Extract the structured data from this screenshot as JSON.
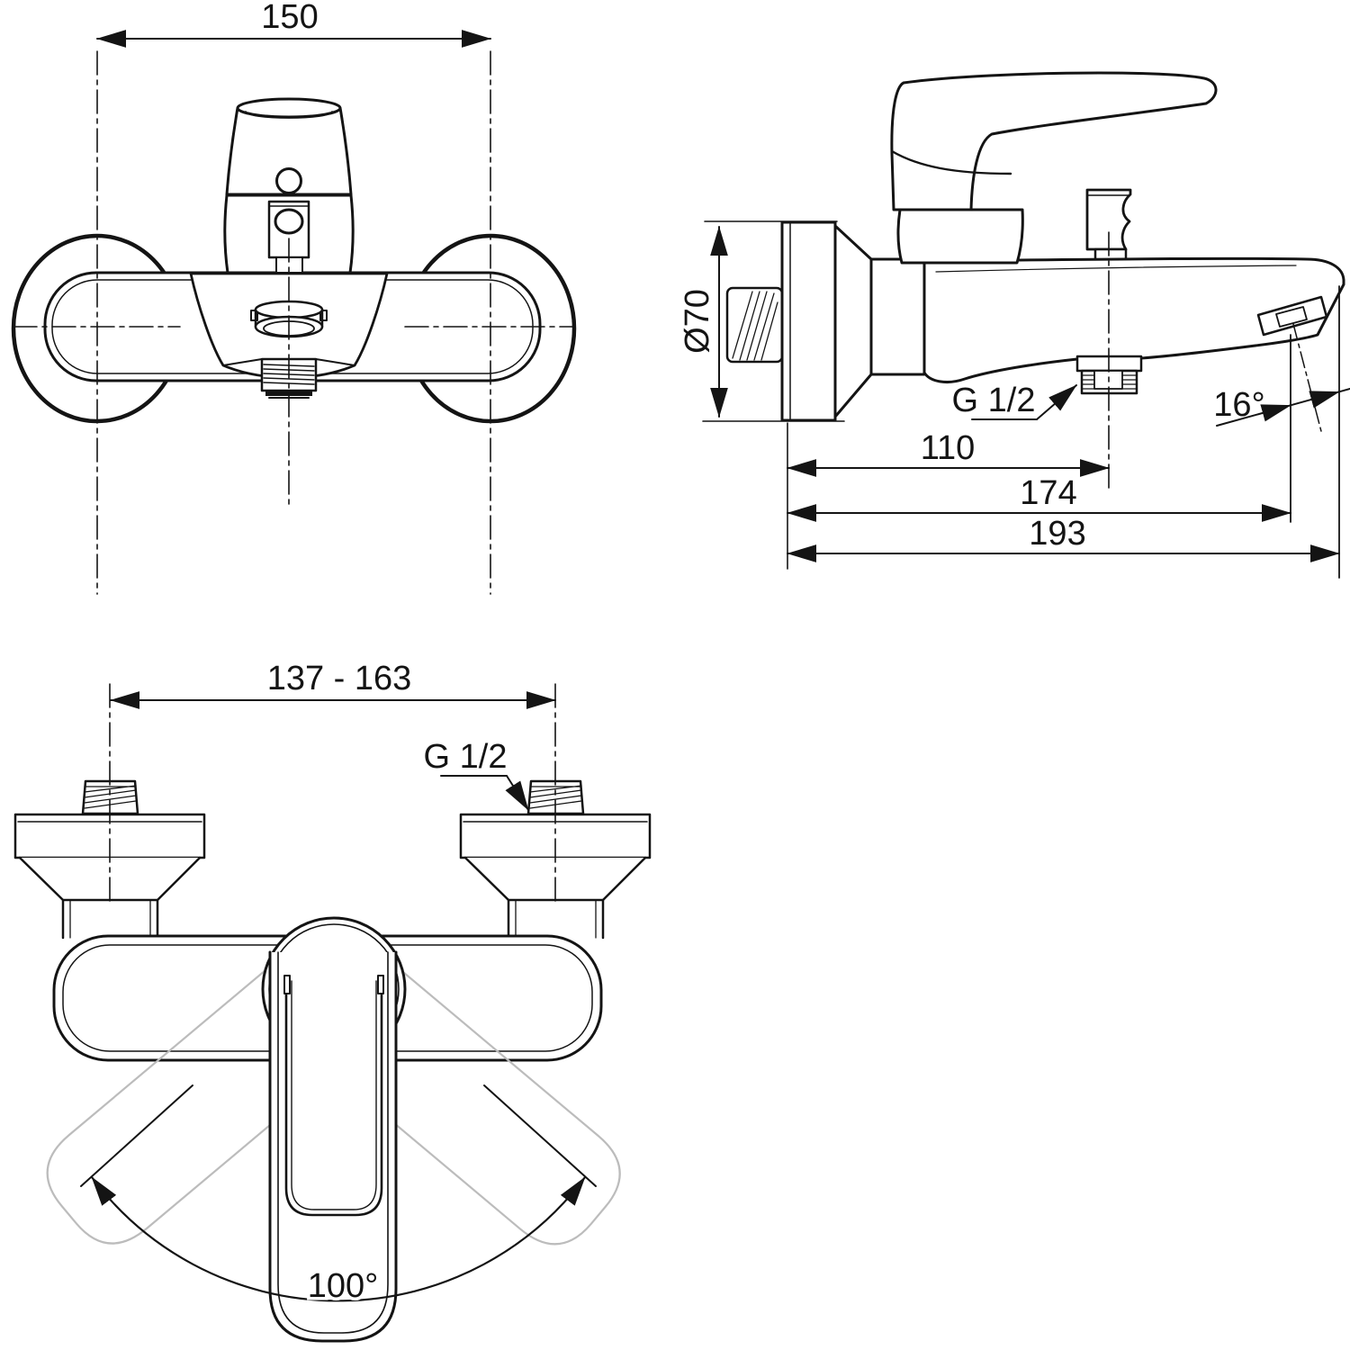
{
  "page": {
    "type": "technical dimensional drawing, wall-mounted single-lever mixer taps",
    "background_color": "#ffffff",
    "line_color": "#141414",
    "ghost_color": "#bcbcbc"
  },
  "views": {
    "bath_mixer_front": {
      "title": "bath-shower mixer, front view",
      "dimensions": {
        "union_centers_width": "150"
      }
    },
    "bath_mixer_side": {
      "title": "bath-shower mixer, side view",
      "dimensions": {
        "escutcheon_diameter": "Ø70",
        "shower_outlet_thread": "G 1/2",
        "spout_outlet_angle": "16°",
        "wall_to_shower_outlet": "110",
        "wall_to_spout_outlet": "174",
        "total_projection": "193"
      }
    },
    "shower_mixer_front": {
      "title": "shower mixer, front view with handle swing arc",
      "dimensions": {
        "inlet_centers_range": "137 - 163",
        "inlet_thread": "G 1/2",
        "handle_swing_angle": "100°"
      }
    }
  }
}
